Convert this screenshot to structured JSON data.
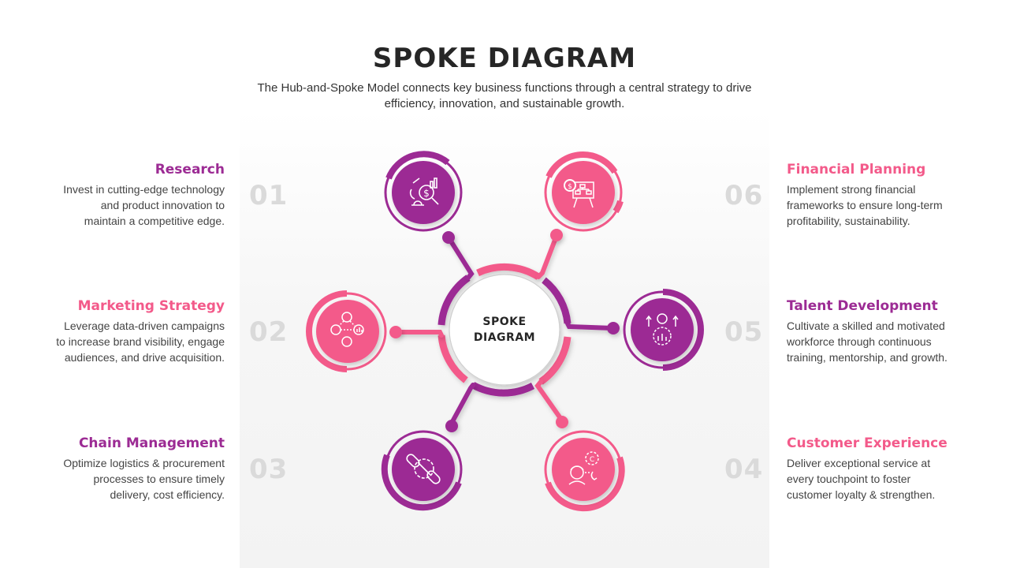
{
  "header": {
    "title": "SPOKE DIAGRAM",
    "subtitle_line1": "The Hub-and-Spoke Model connects key business functions through a central strategy to drive",
    "subtitle_line2": "efficiency, innovation, and sustainable growth."
  },
  "hub": {
    "label_line1": "SPOKE",
    "label_line2": "DIAGRAM"
  },
  "colors": {
    "purple": "#9c2b94",
    "pink": "#f35a8a",
    "number_gray": "#dadada",
    "title_dark": "#262626"
  },
  "items": [
    {
      "number": "01",
      "title": "Research",
      "color": "#9c2b94",
      "icon": "research-magnifier-dollar-icon",
      "line1": "Invest in cutting-edge technology",
      "line2": "and product innovation to",
      "line3": "maintain a competitive edge."
    },
    {
      "number": "02",
      "title": "Marketing Strategy",
      "color": "#f35a8a",
      "icon": "marketing-network-gear-icon",
      "line1": "Leverage data-driven campaigns",
      "line2": "to increase brand visibility, engage",
      "line3": "audiences, and drive acquisition."
    },
    {
      "number": "03",
      "title": "Chain Management",
      "color": "#9c2b94",
      "icon": "chain-link-gear-icon",
      "line1": "Optimize logistics & procurement",
      "line2": "processes to ensure timely",
      "line3": "delivery, cost efficiency."
    },
    {
      "number": "04",
      "title": "Customer Experience",
      "color": "#f35a8a",
      "icon": "customer-support-icon",
      "line1": "Deliver exceptional service at",
      "line2": "every touchpoint to foster",
      "line3": "customer loyalty & strengthen."
    },
    {
      "number": "05",
      "title": "Talent Development",
      "color": "#9c2b94",
      "icon": "talent-growth-gear-icon",
      "line1": "Cultivate a skilled and motivated",
      "line2": "workforce through continuous",
      "line3": "training, mentorship, and growth."
    },
    {
      "number": "06",
      "title": "Financial Planning",
      "color": "#f35a8a",
      "icon": "financial-presentation-board-icon",
      "line1": "Implement strong financial",
      "line2": "frameworks to ensure long-term",
      "line3": "profitability, sustainability."
    }
  ]
}
